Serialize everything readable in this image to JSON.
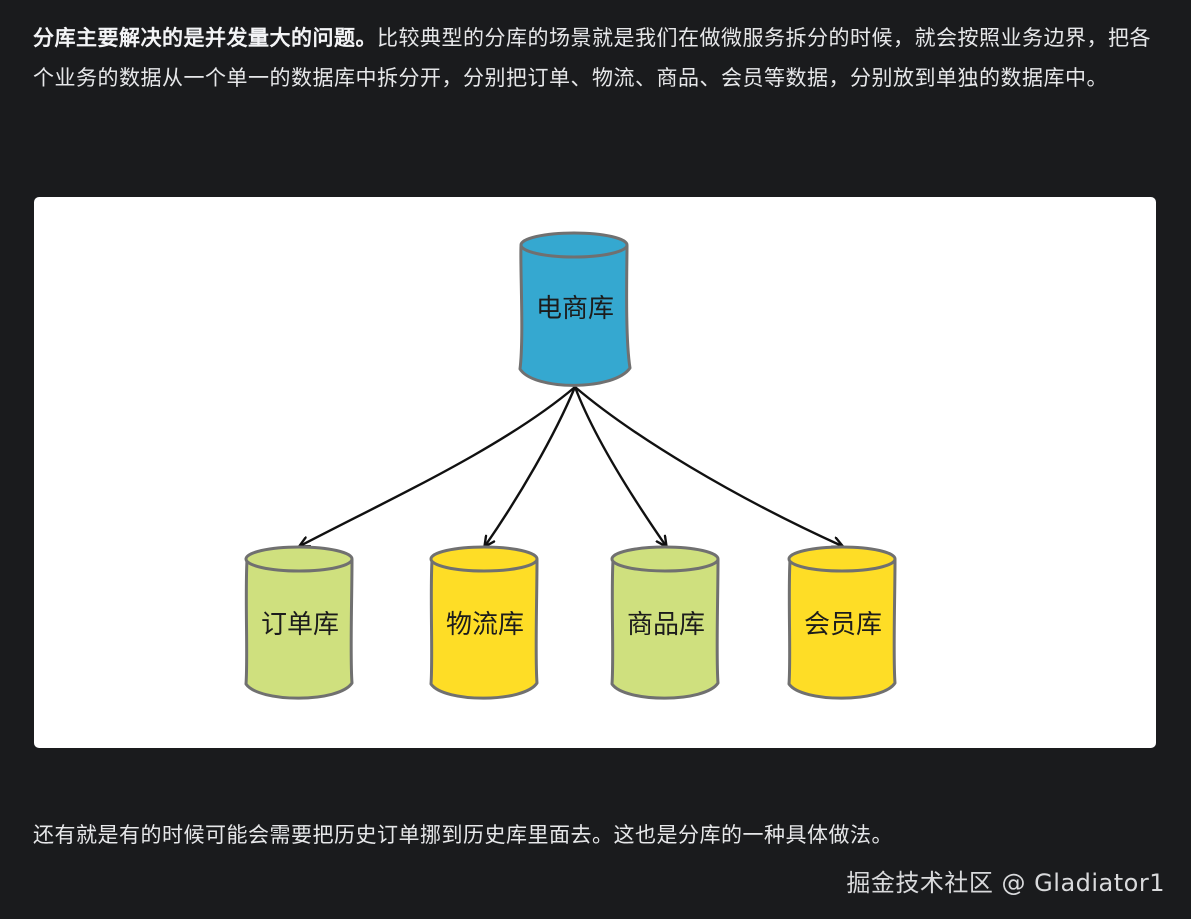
{
  "article": {
    "paragraph1": {
      "lead": "分库主要解决的是并发量大的问题。",
      "rest": "比较典型的分库的场景就是我们在做微服务拆分的时候，就会按照业务边界，把各个业务的数据从一个单一的数据库中拆分开，分别把订单、物流、商品、会员等数据，分别放到单独的数据库中。"
    },
    "paragraph2": "还有就是有的时候可能会需要把历史订单挪到历史库里面去。这也是分库的一种具体做法。"
  },
  "diagram": {
    "root": {
      "label": "电商库",
      "color": "#35a8d0"
    },
    "children": [
      {
        "label": "订单库",
        "color": "#cfe07e"
      },
      {
        "label": "物流库",
        "color": "#fedd26"
      },
      {
        "label": "商品库",
        "color": "#cfe07e"
      },
      {
        "label": "会员库",
        "color": "#fedd26"
      }
    ],
    "stroke_color": "#707070",
    "arrow_color": "#111111"
  },
  "watermark": "掘金技术社区 @ Gladiator1"
}
